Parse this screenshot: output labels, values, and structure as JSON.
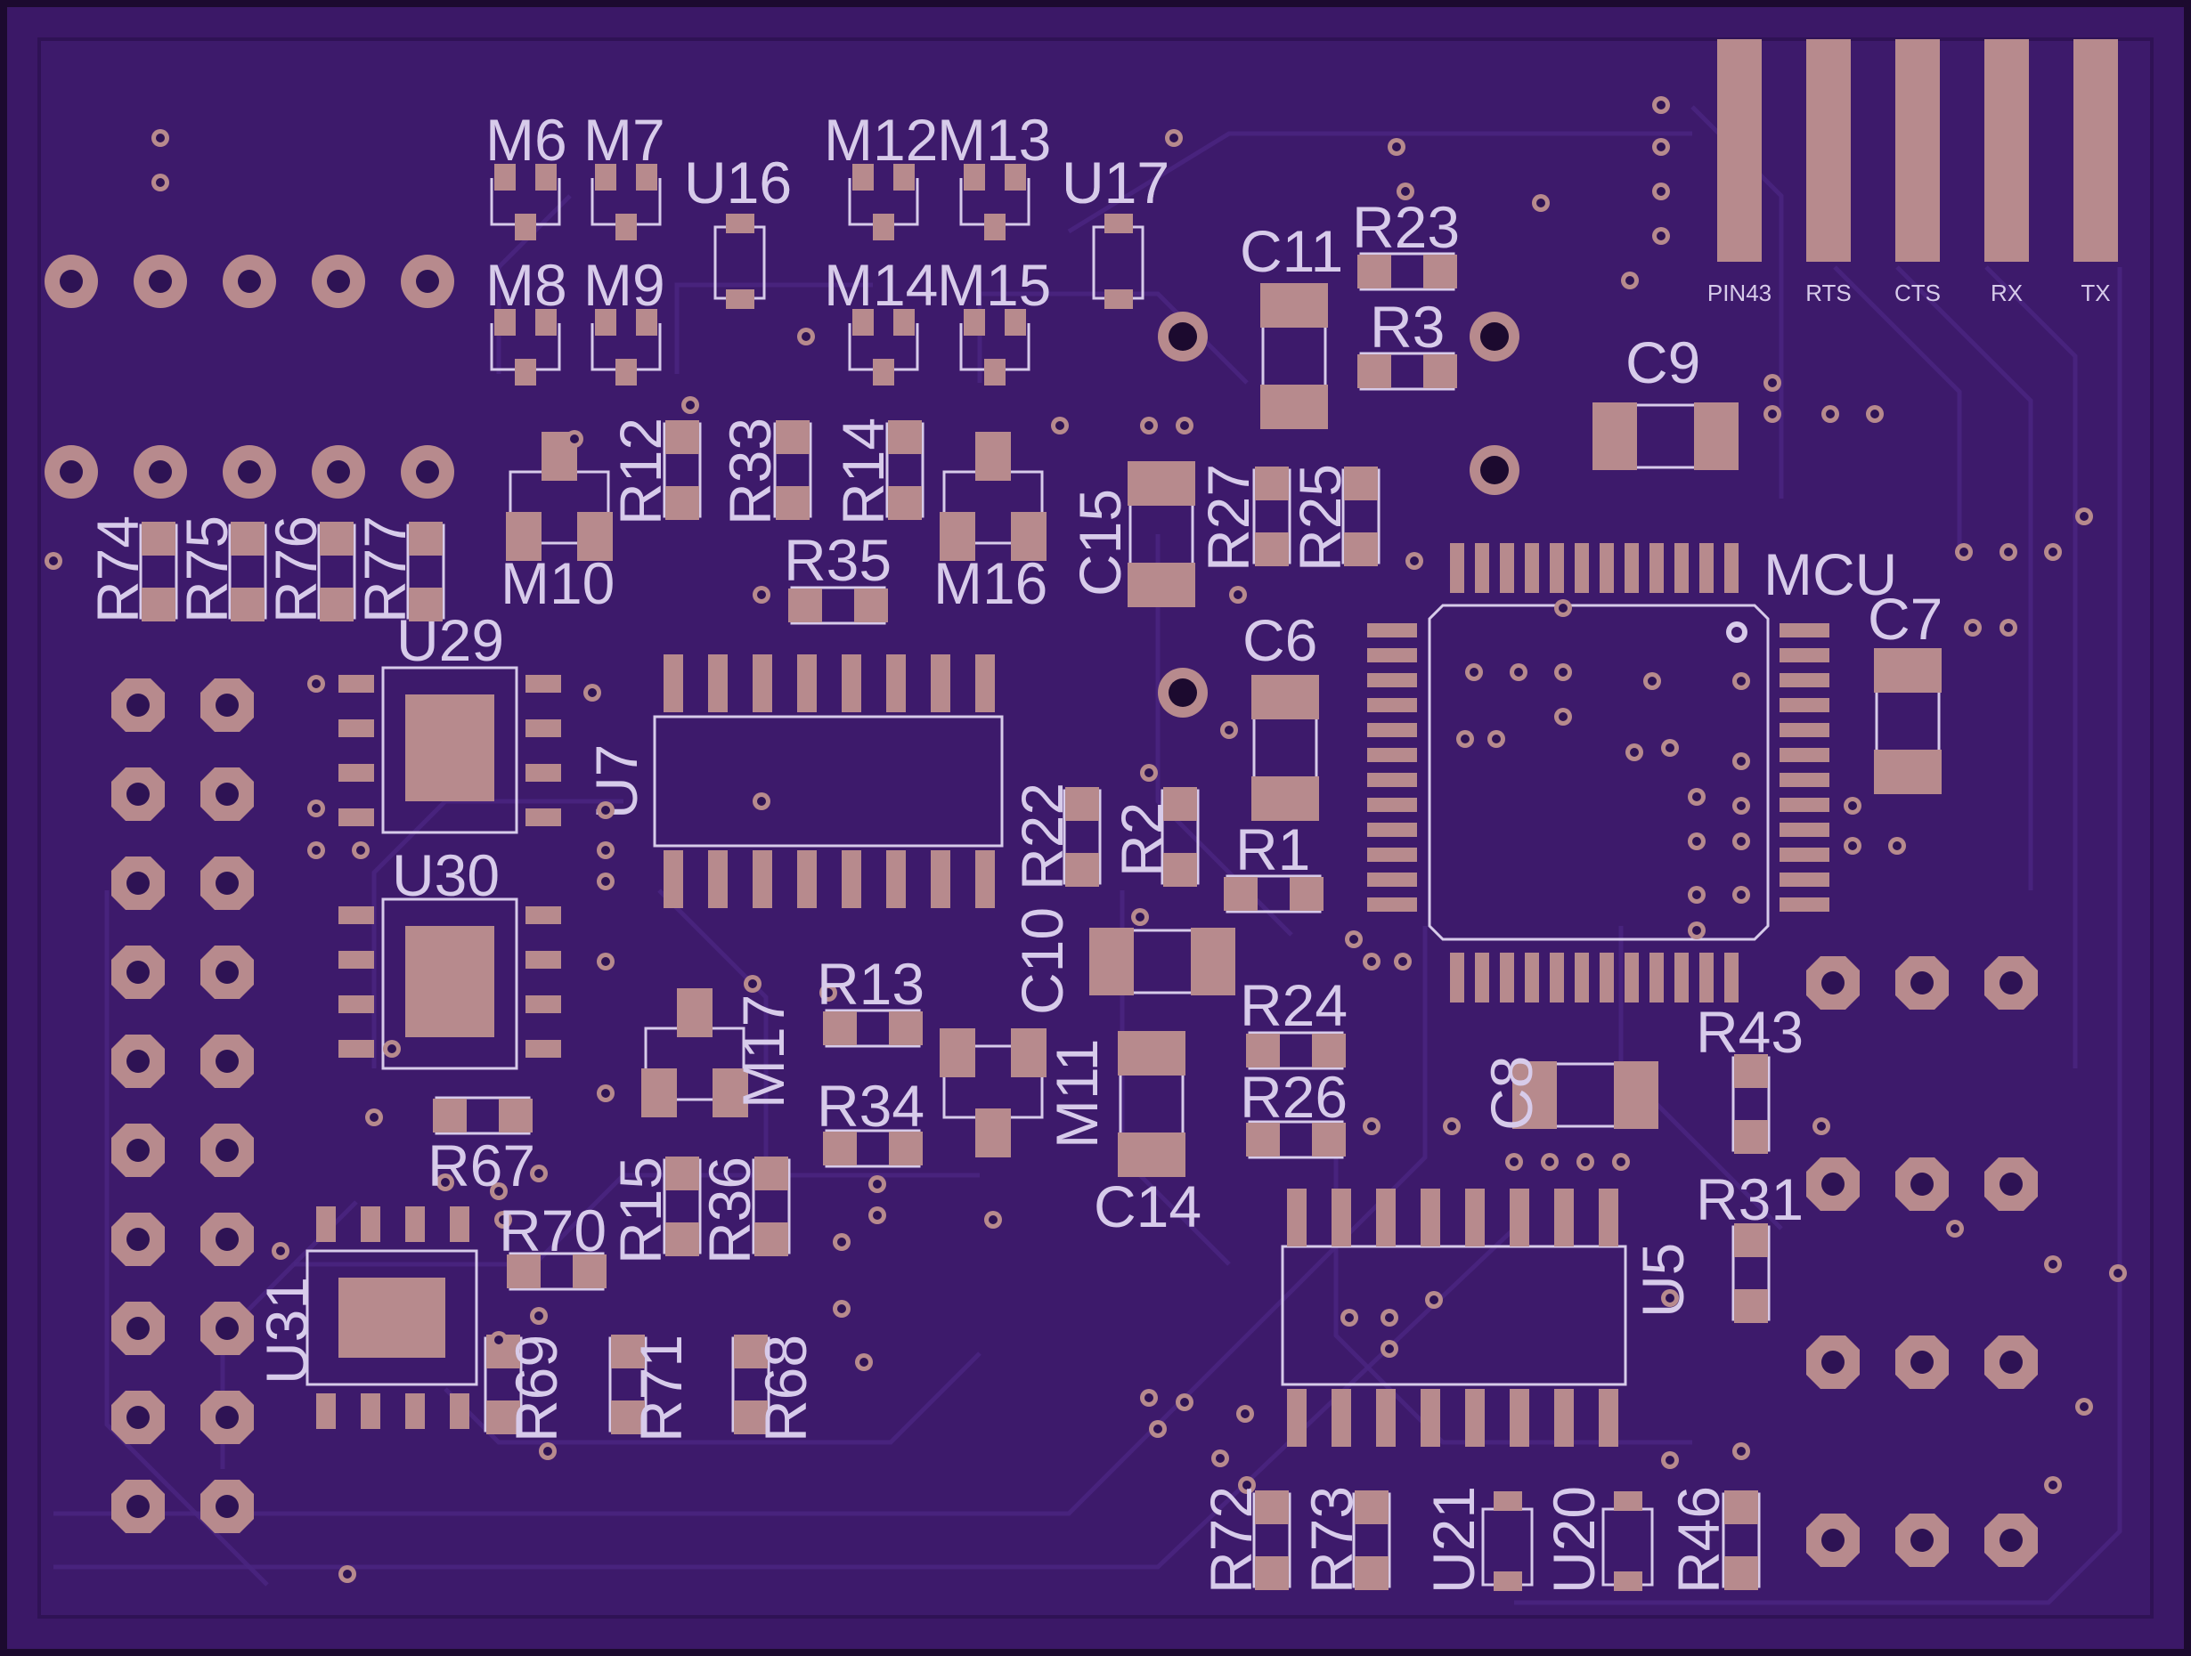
{
  "board": {
    "background": "#3b1867",
    "copper_fill": "#3d1a6b",
    "pad_color": "#b78a8d",
    "silkscreen_color": "#d7cbea",
    "outline_color": "#1c0a2f"
  },
  "edge_connector": {
    "pins": [
      "PIN43",
      "RTS",
      "CTS",
      "RX",
      "TX"
    ]
  },
  "components": {
    "M6": "M6",
    "M7": "M7",
    "M8": "M8",
    "M9": "M9",
    "M10": "M10",
    "M11": "M11",
    "M12": "M12",
    "M13": "M13",
    "M14": "M14",
    "M15": "M15",
    "M16": "M16",
    "M17": "M17",
    "U5": "U5",
    "U7": "U7",
    "U16": "U16",
    "U17": "U17",
    "U20": "U20",
    "U21": "U21",
    "U29": "U29",
    "U30": "U30",
    "U31": "U31",
    "MCU": "MCU",
    "C6": "C6",
    "C7": "C7",
    "C8": "C8",
    "C9": "C9",
    "C10": "C10",
    "C11": "C11",
    "C14": "C14",
    "C15": "C15",
    "R1": "R1",
    "R2": "R2",
    "R3": "R3",
    "R12": "R12",
    "R13": "R13",
    "R14": "R14",
    "R15": "R15",
    "R22": "R22",
    "R23": "R23",
    "R24": "R24",
    "R25": "R25",
    "R26": "R26",
    "R27": "R27",
    "R31": "R31",
    "R33": "R33",
    "R34": "R34",
    "R35": "R35",
    "R36": "R36",
    "R43": "R43",
    "R46": "R46",
    "R67": "R67",
    "R68": "R68",
    "R69": "R69",
    "R70": "R70",
    "R71": "R71",
    "R72": "R72",
    "R73": "R73",
    "R74": "R74",
    "R75": "R75",
    "R76": "R76",
    "R77": "R77"
  }
}
